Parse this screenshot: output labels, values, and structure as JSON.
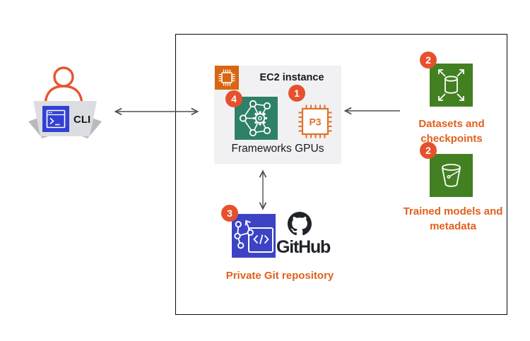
{
  "cli": {
    "label": "CLI"
  },
  "ec2": {
    "title": "EC2 instance",
    "frameworks_label": "Frameworks GPUs",
    "p3_label": "P3",
    "sagemaker_badge": "4",
    "p3_badge": "1"
  },
  "git": {
    "badge": "3",
    "github_label": "GitHub",
    "caption": "Private Git repository"
  },
  "datasets": {
    "badge": "2",
    "caption": "Datasets and checkpoints"
  },
  "models": {
    "badge": "2",
    "caption": "Trained models and metadata"
  },
  "colors": {
    "badge_red_orange": "#E7502D",
    "caption_orange": "#E0611C",
    "ec2_icon_orange": "#D86613",
    "p3_chip_orange": "#E0722A",
    "sagemaker_teal": "#2E8067",
    "storage_green": "#428021",
    "git_blue": "#3C43C5",
    "cli_terminal_blue": "#3240D3",
    "person_orange": "#E8542E",
    "arrow_gray": "#4A5159",
    "box_border_black": "#0b0b0b",
    "panel_gray": "#F1F1F4"
  }
}
